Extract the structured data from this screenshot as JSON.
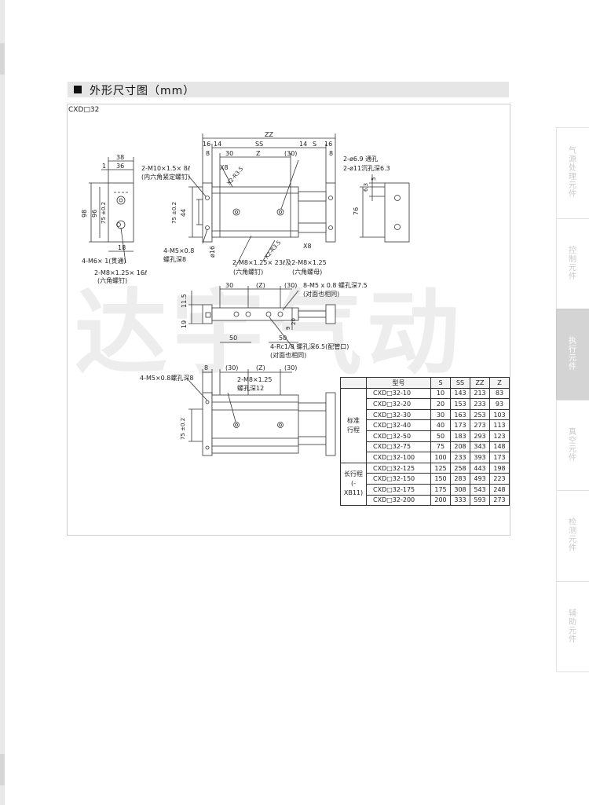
{
  "header": {
    "title": "外形尺寸图（mm）"
  },
  "model": "CXD□32",
  "watermark": "达宇气动",
  "dims": {
    "zz": "ZZ",
    "ss": "SS",
    "z": "Z",
    "s": "S",
    "d16": "16",
    "d14": "14",
    "d30": "30",
    "d30p": "(30)",
    "d8": "8",
    "d38": "38",
    "d36": "36",
    "d1": "1",
    "d98": "98",
    "d96": "96",
    "d75": "75 ±0.2",
    "d18": "18",
    "d44": "44",
    "d76": "76",
    "d6_3": "6.3",
    "d5": "5",
    "x8": "X8",
    "phi16": "ø16",
    "r35": "X2-R3.5",
    "d11_5": "11.5",
    "d19": "19",
    "d50": "50",
    "zp": "(Z)",
    "d9": "9",
    "d20": "20"
  },
  "notes": {
    "m10": "2-M10×1.5× 8ℓ",
    "m10b": "(内六角紧定螺钉)",
    "m5a": "4-M5×0.8",
    "m5ab": "螺孔深8",
    "m6": "4-M6× 1(贯通)",
    "m8a": "2-M8×1.25× 16ℓ",
    "m8ab": "(六角螺钉)",
    "m8b": "2-M8×1.25× 23ℓ及2-M8×1.25",
    "m8bb": "(六角螺钉)",
    "m8bc": "(六角螺母)",
    "hole1": "2-ø6.9 通孔",
    "hole2": "2-ø11沉孔深6.3",
    "m5b": "8-M5 x 0.8 螺孔深7.5",
    "m5bb": "(对面也相同)",
    "rc": "4-Rc1/8 螺孔深6.5(配管口)",
    "rcb": "(对面也相同)",
    "m5c": "4-M5×0.8螺孔深8",
    "m8c": "2-M8×1.25",
    "m8cb": "螺孔深12"
  },
  "table": {
    "headers": [
      "型号",
      "S",
      "SS",
      "ZZ",
      "Z"
    ],
    "groups": [
      {
        "name": "标准\n行程",
        "rows": [
          [
            "CXD□32-10",
            "10",
            "143",
            "213",
            "83"
          ],
          [
            "CXD□32-20",
            "20",
            "153",
            "233",
            "93"
          ],
          [
            "CXD□32-30",
            "30",
            "163",
            "253",
            "103"
          ],
          [
            "CXD□32-40",
            "40",
            "173",
            "273",
            "113"
          ],
          [
            "CXD□32-50",
            "50",
            "183",
            "293",
            "123"
          ],
          [
            "CXD□32-75",
            "75",
            "208",
            "343",
            "148"
          ],
          [
            "CXD□32-100",
            "100",
            "233",
            "393",
            "173"
          ]
        ]
      },
      {
        "name": "长行程\n(-XB11)",
        "rows": [
          [
            "CXD□32-125",
            "125",
            "258",
            "443",
            "198"
          ],
          [
            "CXD□32-150",
            "150",
            "283",
            "493",
            "223"
          ],
          [
            "CXD□32-175",
            "175",
            "308",
            "543",
            "248"
          ],
          [
            "CXD□32-200",
            "200",
            "333",
            "593",
            "273"
          ]
        ]
      }
    ]
  },
  "side_tabs": [
    {
      "label": "气源处理元件",
      "active": false
    },
    {
      "label": "控制元件",
      "active": false
    },
    {
      "label": "执行元件",
      "active": true
    },
    {
      "label": "真空元件",
      "active": false
    },
    {
      "label": "检测元件",
      "active": false
    },
    {
      "label": "辅助元件",
      "active": false
    }
  ],
  "colors": {
    "header_bg": "#e6e6e6",
    "active_tab": "#d4d4d4",
    "line": "#333333"
  }
}
